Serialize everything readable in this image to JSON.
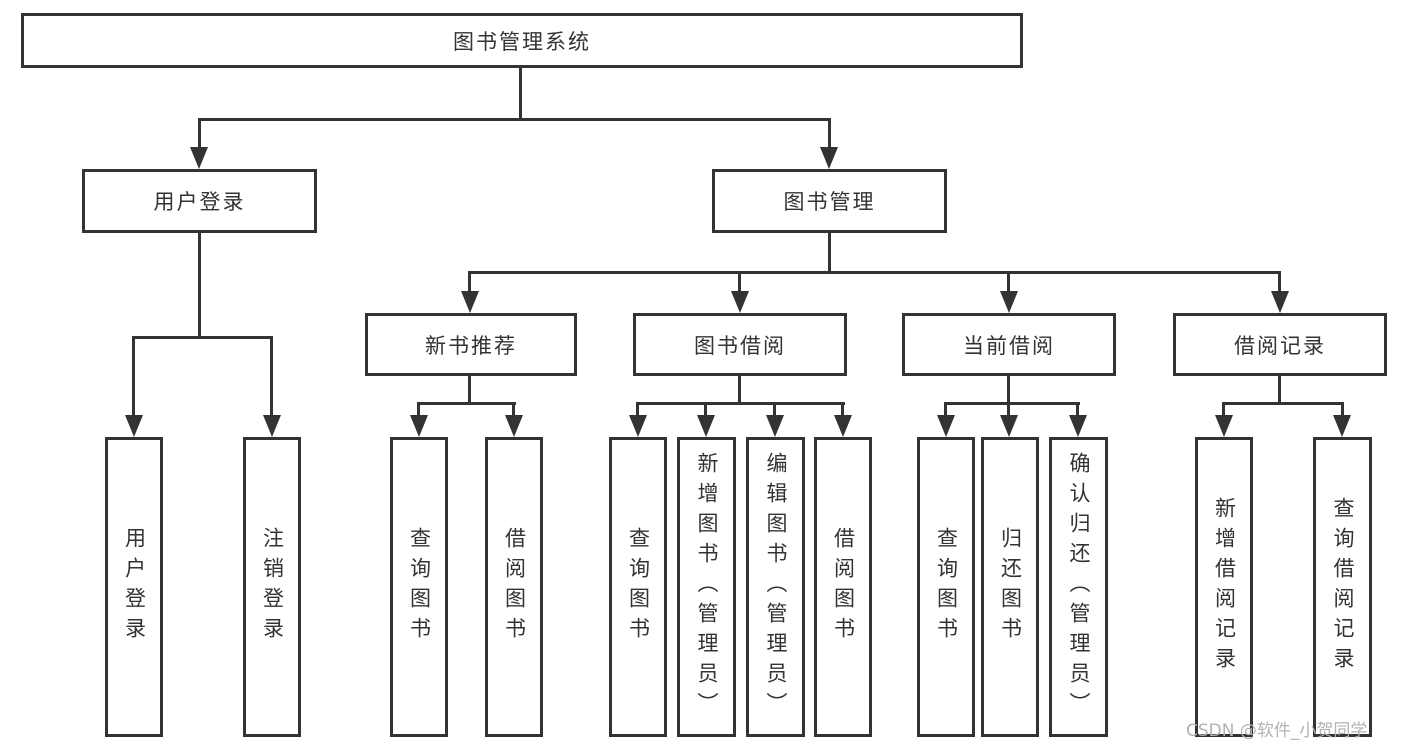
{
  "diagram": {
    "title": "图书管理系统",
    "watermark": "CSDN @软件_小贺同学",
    "tree": {
      "label": "图书管理系统",
      "children": [
        {
          "label": "用户登录",
          "children": [
            {
              "label": "用户登录"
            },
            {
              "label": "注销登录"
            }
          ]
        },
        {
          "label": "图书管理",
          "children": [
            {
              "label": "新书推荐",
              "children": [
                {
                  "label": "查询图书"
                },
                {
                  "label": "借阅图书"
                }
              ]
            },
            {
              "label": "图书借阅",
              "children": [
                {
                  "label": "查询图书"
                },
                {
                  "label": "新增图书（管理员）"
                },
                {
                  "label": "编辑图书（管理员）"
                },
                {
                  "label": "借阅图书"
                }
              ]
            },
            {
              "label": "当前借阅",
              "children": [
                {
                  "label": "查询图书"
                },
                {
                  "label": "归还图书"
                },
                {
                  "label": "确认归还（管理员）"
                }
              ]
            },
            {
              "label": "借阅记录",
              "children": [
                {
                  "label": "新增借阅记录"
                },
                {
                  "label": "查询借阅记录"
                }
              ]
            }
          ]
        }
      ]
    }
  }
}
